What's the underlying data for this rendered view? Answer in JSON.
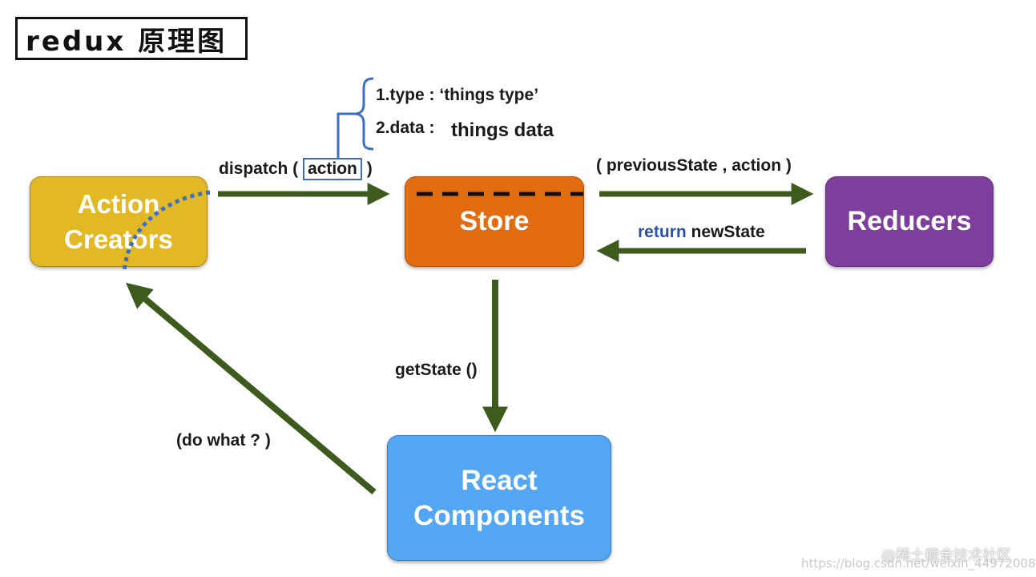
{
  "title": "redux 原理图",
  "nodes": {
    "action_creators": {
      "line1": "Action",
      "line2": "Creators",
      "color": "#e3b825"
    },
    "store": {
      "label": "Store",
      "color": "#e46c10"
    },
    "reducers": {
      "label": "Reducers",
      "color": "#7d3e9e"
    },
    "react_components": {
      "line1": "React",
      "line2": "Components",
      "color": "#52a6f4"
    }
  },
  "edges": {
    "dispatch": {
      "prefix": "dispatch (",
      "action_word": "action",
      "suffix": ")"
    },
    "to_reducers": "( previousState , action )",
    "return": {
      "return_word": "return",
      "rest": "newState"
    },
    "get_state": "getState ()",
    "do_what": "(do what ? )"
  },
  "action_fields": {
    "field1": "1.type : ‘things type’",
    "field2_key": "2.data :",
    "field2_value": "things data"
  },
  "watermark": {
    "brand": "@稀土掘金技术社区",
    "url": "https://blog.csdn.net/weixin_44972008"
  },
  "colors": {
    "arrow": "#3e5b1e",
    "action_box": "#3b6ec4",
    "brace": "#3b6ec4",
    "dotted": "#3b6ec4"
  }
}
